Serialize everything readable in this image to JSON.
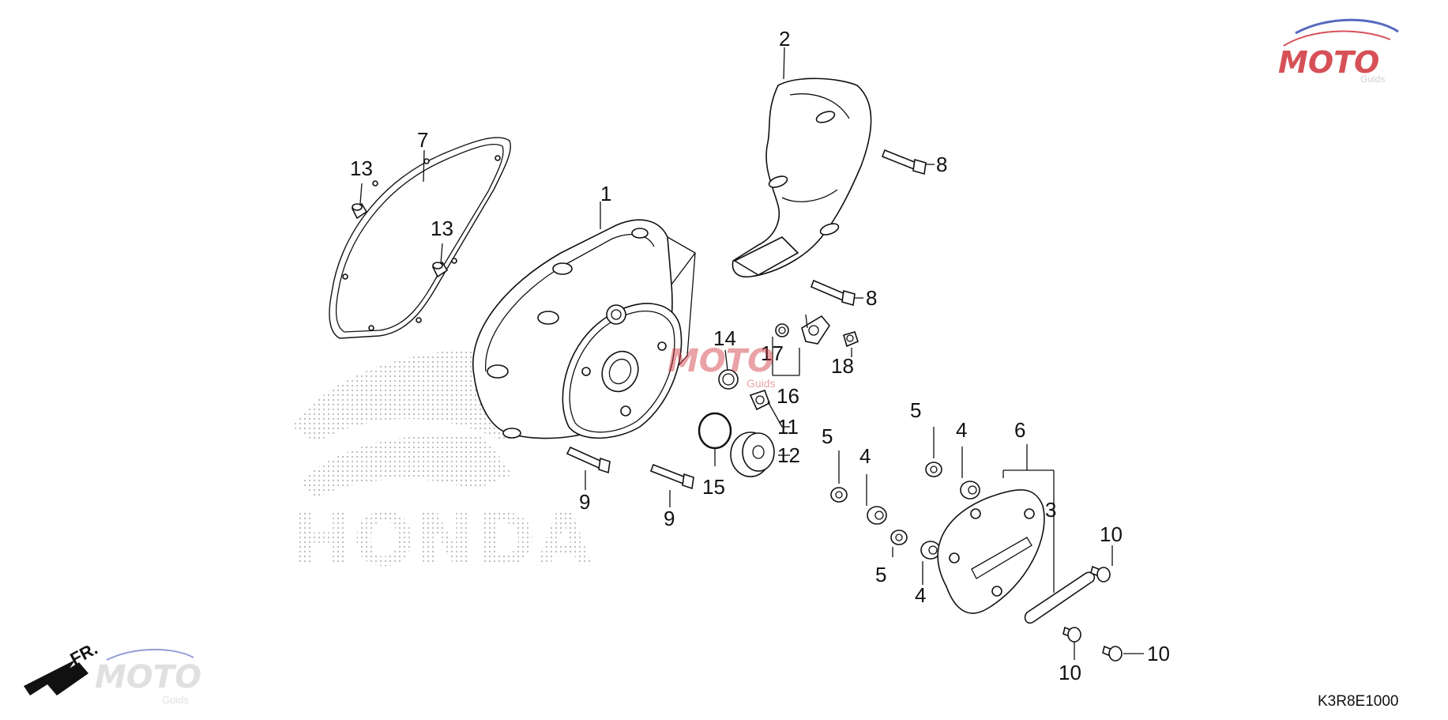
{
  "diagram_code": "K3R8E1000",
  "front_indicator": "FR.",
  "watermark": {
    "brand": "MOTO",
    "sub": "Guids",
    "background_logo": "HONDA"
  },
  "callouts": [
    "1",
    "2",
    "3",
    "4",
    "4",
    "4",
    "5",
    "5",
    "5",
    "6",
    "7",
    "8",
    "8",
    "9",
    "9",
    "10",
    "10",
    "10",
    "11",
    "12",
    "13",
    "13",
    "14",
    "15",
    "16",
    "17",
    "18"
  ],
  "colors": {
    "line": "#111111",
    "watermark_gray": "#c8c8c8",
    "watermark_red": "#d0333a",
    "watermark_blue": "#3a4fb5"
  }
}
